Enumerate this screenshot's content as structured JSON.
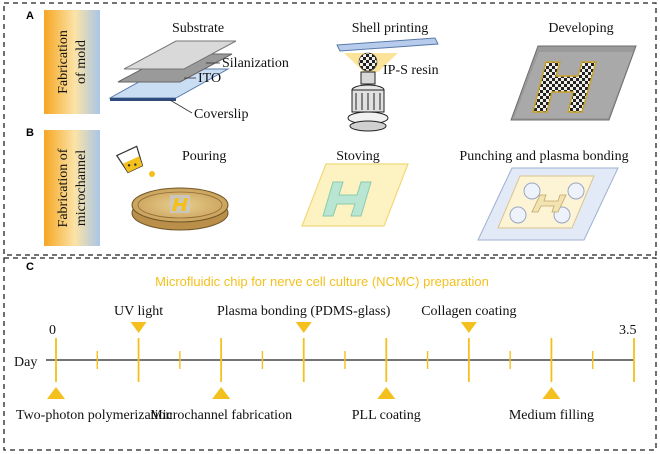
{
  "panels": {
    "a": {
      "letter": "A",
      "side_label_lines": [
        "Fabrication",
        "of mold"
      ],
      "steps": {
        "substrate": {
          "title": "Substrate",
          "layers": [
            "Silanization",
            "ITO",
            "Coverslip"
          ]
        },
        "shell_printing": {
          "title": "Shell printing",
          "resin": "IP-S resin"
        },
        "developing": {
          "title": "Developing"
        }
      }
    },
    "b": {
      "letter": "B",
      "side_label_lines": [
        "Fabrication of",
        "microchannel"
      ],
      "steps": {
        "pouring": {
          "title": "Pouring"
        },
        "stoving": {
          "title": "Stoving"
        },
        "punching": {
          "title": "Punching and plasma bonding"
        }
      }
    },
    "c": {
      "letter": "C",
      "title": "Microfluidic chip for nerve cell culture (NCMC)  preparation",
      "axis_label": "Day",
      "start_label": "0",
      "end_label": "3.5",
      "axis_range": [
        0,
        3.5
      ],
      "major_ticks": [
        0,
        0.5,
        1,
        1.5,
        2,
        2.5,
        3,
        3.5
      ],
      "minor_ticks": [
        0.25,
        0.75,
        1.25,
        1.75,
        2.25,
        2.75,
        3.25
      ],
      "above_events": [
        {
          "label": "UV light",
          "day": 0.5
        },
        {
          "label": "Plasma bonding (PDMS-glass)",
          "day": 1.5
        },
        {
          "label": "Collagen coating",
          "day": 2.5
        }
      ],
      "below_events": [
        {
          "label": "Two-photon polymerization",
          "day": 0
        },
        {
          "label": "Microchannel fabrication",
          "day": 1
        },
        {
          "label": "PLL coating",
          "day": 2
        },
        {
          "label": "Medium filling",
          "day": 3
        }
      ]
    }
  },
  "colors": {
    "accent_yellow": "#f4c01e",
    "gradient_orange": "#f6a623",
    "gradient_blue": "#a9c6e8",
    "border_dash": "#222222"
  }
}
